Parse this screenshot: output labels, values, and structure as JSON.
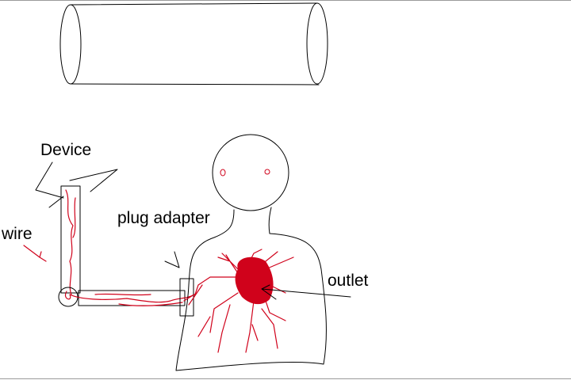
{
  "labels": {
    "device": "Device",
    "wire": "wire",
    "plug_adapter": "plug adapter",
    "outlet": "outlet"
  },
  "colors": {
    "ink": "#000000",
    "red": "#d0021b",
    "border": "#9a9a9a"
  }
}
